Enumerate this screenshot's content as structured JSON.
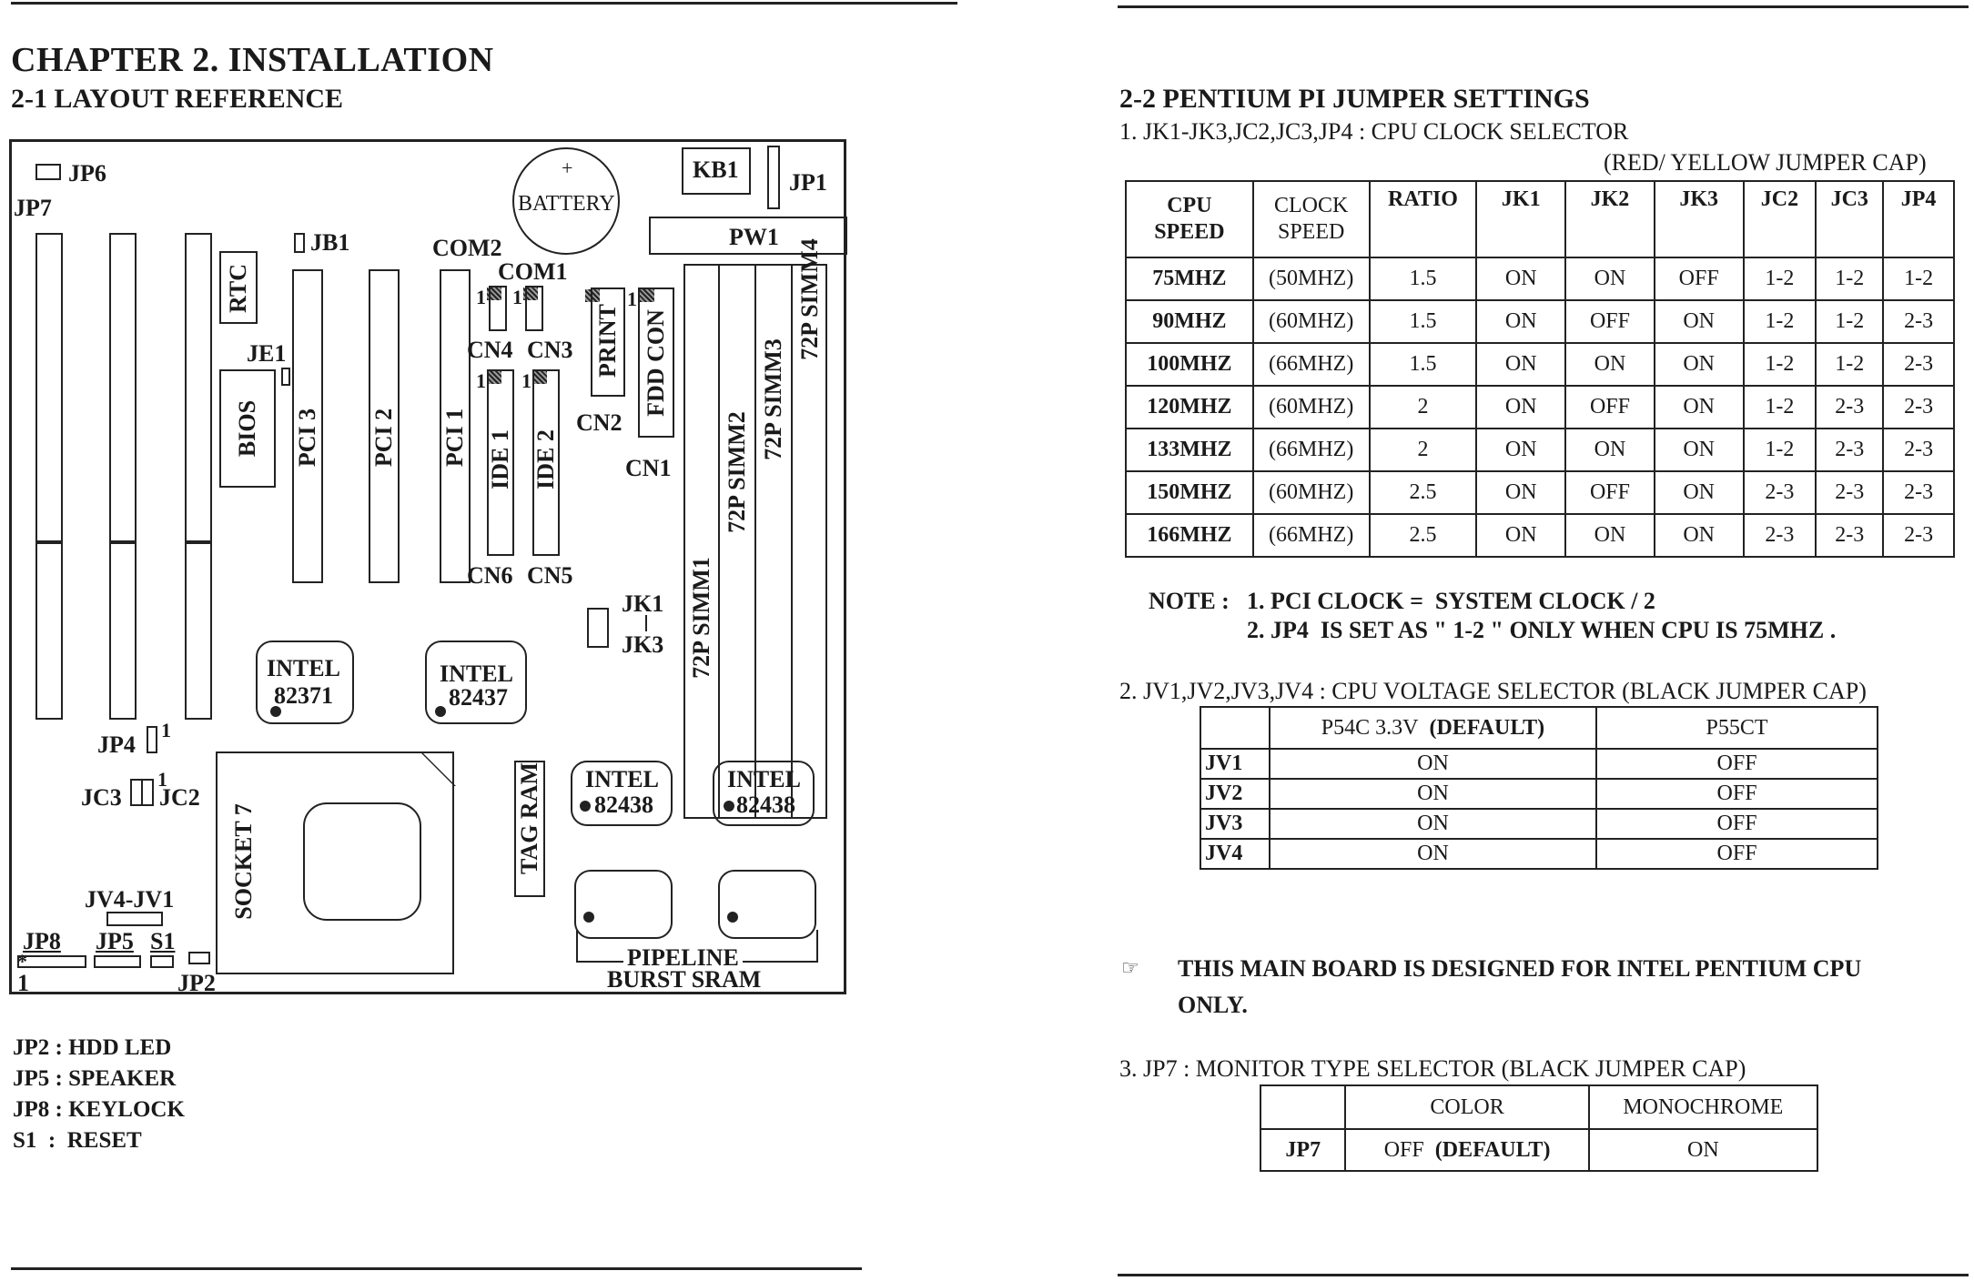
{
  "left_page": {
    "chapter_title": "CHAPTER 2. INSTALLATION",
    "section_title": "2-1 LAYOUT REFERENCE",
    "board_labels": {
      "jp6": "JP6",
      "jp7": "JP7",
      "jb1": "JB1",
      "battery": "BATTERY",
      "battery_plus": "+",
      "kb1": "KB1",
      "jp1": "JP1",
      "pw1": "PW1",
      "com2": "COM2",
      "com1": "COM1",
      "rtc": "RTC",
      "je1": "JE1",
      "bios": "BIOS",
      "pci3": "PCI 3",
      "pci2": "PCI 2",
      "pci1": "PCI 1",
      "cn4": "CN4",
      "cn3": "CN3",
      "cn2": "CN2",
      "cn1": "CN1",
      "cn6": "CN6",
      "cn5": "CN5",
      "ide1": "IDE 1",
      "ide2": "IDE 2",
      "print": "PRINT",
      "fdd_con": "FDD CON",
      "simm1": "72P SIMM1",
      "simm2": "72P SIMM2",
      "simm3": "72P SIMM3",
      "simm4": "72P SIMM4",
      "pin_one": "1",
      "jk1": "JK1",
      "jk3": "JK3",
      "chip1_a": "INTEL",
      "chip1_b": "82371",
      "chip2_a": "INTEL",
      "chip2_b": "82437",
      "chip3_a": "INTEL",
      "chip3_b": "82438",
      "chip4_a": "INTEL",
      "chip4_b": "82438",
      "jp4": "JP4",
      "jc3": "JC3",
      "jc2": "JC2",
      "socket7": "SOCKET 7",
      "tag_ram": "TAG RAM",
      "jv4_jv1": "JV4-JV1",
      "jp8": "JP8",
      "jp5": "JP5",
      "s1": "S1",
      "jp2": "JP2",
      "star": "*",
      "pipeline": "PIPELINE",
      "burst_sram": "BURST SRAM"
    },
    "legend": [
      "JP2 : HDD LED",
      "JP5 : SPEAKER",
      "JP8 : KEYLOCK",
      "S1  :  RESET"
    ]
  },
  "right_page": {
    "section_title": "2-2 PENTIUM PI JUMPER SETTINGS",
    "clock": {
      "heading": "1. JK1-JK3,JC2,JC3,JP4 : CPU CLOCK SELECTOR",
      "cap_note": "(RED/ YELLOW JUMPER CAP)",
      "headers": [
        "CPU SPEED",
        "CLOCK SPEED",
        "RATIO",
        "JK1",
        "JK2",
        "JK3",
        "JC2",
        "JC3",
        "JP4"
      ],
      "rows": [
        [
          "75MHZ",
          "(50MHZ)",
          "1.5",
          "ON",
          "ON",
          "OFF",
          "1-2",
          "1-2",
          "1-2"
        ],
        [
          "90MHZ",
          "(60MHZ)",
          "1.5",
          "ON",
          "OFF",
          "ON",
          "1-2",
          "1-2",
          "2-3"
        ],
        [
          "100MHZ",
          "(66MHZ)",
          "1.5",
          "ON",
          "ON",
          "ON",
          "1-2",
          "1-2",
          "2-3"
        ],
        [
          "120MHZ",
          "(60MHZ)",
          "2",
          "ON",
          "OFF",
          "ON",
          "1-2",
          "2-3",
          "2-3"
        ],
        [
          "133MHZ",
          "(66MHZ)",
          "2",
          "ON",
          "ON",
          "ON",
          "1-2",
          "2-3",
          "2-3"
        ],
        [
          "150MHZ",
          "(60MHZ)",
          "2.5",
          "ON",
          "OFF",
          "ON",
          "2-3",
          "2-3",
          "2-3"
        ],
        [
          "166MHZ",
          "(66MHZ)",
          "2.5",
          "ON",
          "ON",
          "ON",
          "2-3",
          "2-3",
          "2-3"
        ]
      ],
      "note_prefix": "NOTE :",
      "note_1": "1. PCI CLOCK =  SYSTEM CLOCK / 2",
      "note_2": "2. JP4  IS SET AS \" 1-2 \" ONLY WHEN CPU IS 75MHZ ."
    },
    "voltage": {
      "heading": "2. JV1,JV2,JV3,JV4 : CPU VOLTAGE SELECTOR (BLACK JUMPER CAP)",
      "header_col1": "P54C 3.3V",
      "header_col1_default": "(DEFAULT)",
      "header_col2": "P55CT",
      "rows": [
        [
          "JV1",
          "ON",
          "OFF"
        ],
        [
          "JV2",
          "ON",
          "OFF"
        ],
        [
          "JV3",
          "ON",
          "OFF"
        ],
        [
          "JV4",
          "ON",
          "OFF"
        ]
      ]
    },
    "design_note": {
      "icon": "pointing-hand-icon",
      "line1": "THIS MAIN BOARD IS DESIGNED FOR INTEL PENTIUM CPU",
      "line2": "ONLY."
    },
    "monitor": {
      "heading": "3. JP7 : MONITOR TYPE SELECTOR  (BLACK JUMPER CAP)",
      "headers": [
        "COLOR",
        "MONOCHROME"
      ],
      "row_label": "JP7",
      "row_color": "OFF",
      "row_color_default": "(DEFAULT)",
      "row_mono": "ON"
    }
  }
}
